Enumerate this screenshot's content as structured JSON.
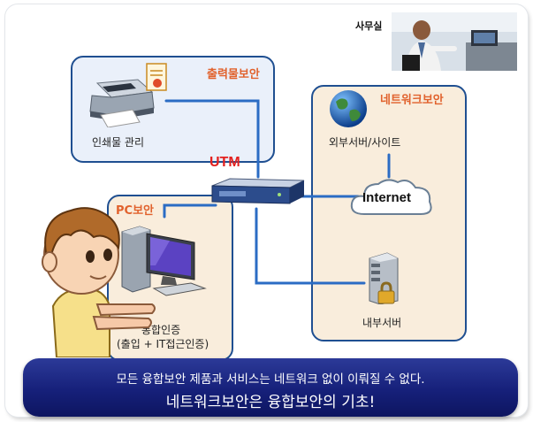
{
  "office": {
    "label": "사무실"
  },
  "print_zone": {
    "title": "출력물보안",
    "device_caption": "인쇄물 관리"
  },
  "network_zone": {
    "title": "네트워크보안",
    "external_caption": "외부서버/사이트",
    "internet_label": "Internet",
    "internal_caption": "내부서버"
  },
  "pc_zone": {
    "title": "PC보안",
    "caption_line1": "통합인증",
    "caption_line2": "(출입 + IT접근인증)"
  },
  "utm": {
    "label": "UTM"
  },
  "banner": {
    "line1": "모든 융합보안 제품과 서비스는 네트워크 없이 이뤄질 수 없다.",
    "line2": "네트워크보안은 융합보안의 기초!"
  },
  "colors": {
    "zone_border": "#1f4f91",
    "zone_title": "#e1622d",
    "utm_label": "#e3211f",
    "wire": "#2b6cc4",
    "banner_bg": "#16207a"
  },
  "icons": [
    "printer-icon",
    "document-icon",
    "globe-icon",
    "cloud-icon",
    "server-icon",
    "lock-icon",
    "computer-icon",
    "utm-appliance-icon",
    "office-worker-photo",
    "boy-illustration"
  ]
}
